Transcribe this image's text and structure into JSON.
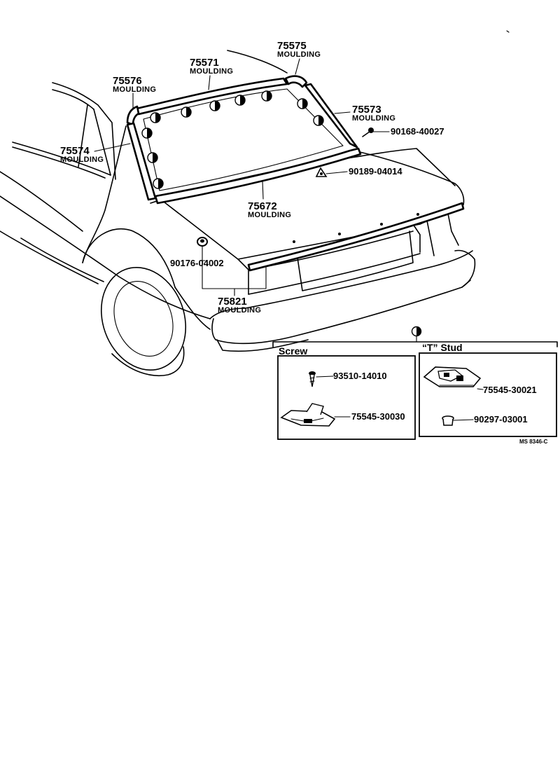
{
  "diagram": {
    "callouts": [
      {
        "id": "c75575",
        "part": "75575",
        "desc": "MOULDING"
      },
      {
        "id": "c75571",
        "part": "75571",
        "desc": "MOULDING"
      },
      {
        "id": "c75576",
        "part": "75576",
        "desc": "MOULDING"
      },
      {
        "id": "c75573",
        "part": "75573",
        "desc": "MOULDING"
      },
      {
        "id": "c75574",
        "part": "75574",
        "desc": "MOULDING"
      },
      {
        "id": "c75672",
        "part": "75672",
        "desc": "MOULDING"
      },
      {
        "id": "c75821",
        "part": "75821",
        "desc": "MOULDING"
      }
    ],
    "fasteners": [
      {
        "id": "f90168",
        "part": "90168-40027"
      },
      {
        "id": "f90189",
        "part": "90189-04014"
      },
      {
        "id": "f90176",
        "part": "90176-04002"
      }
    ],
    "clip_types": {
      "screw": {
        "title": "Screw",
        "parts": [
          "93510-14010",
          "75545-30030"
        ]
      },
      "tstud": {
        "title": "“T” Stud",
        "parts": [
          "75545-30021",
          "90297-03001"
        ]
      }
    },
    "figure_code": "MS 8346-C"
  }
}
